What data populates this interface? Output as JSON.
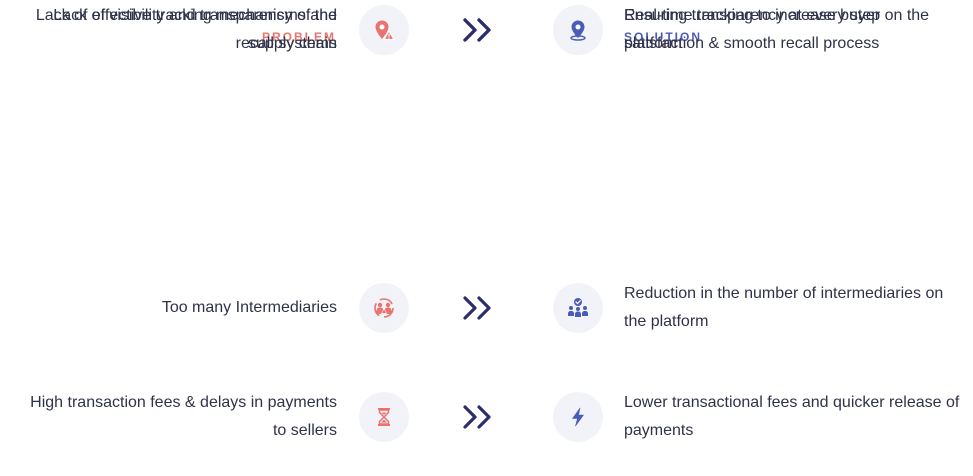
{
  "colors": {
    "problem": "#e8736f",
    "solution": "#4a5bb8",
    "arrow": "#2b2e6b",
    "icon_bg": "#f2f3f9",
    "text": "#2f3249"
  },
  "headings": {
    "problem": "PROBLEM",
    "solution": "SOLUTION"
  },
  "rows": [
    {
      "problem": "Too many Intermediaries",
      "problem_icon": "people-group-icon",
      "solution": "Reduction in the number of intermediaries on the platform",
      "solution_icon": "verified-team-icon"
    },
    {
      "problem": "High transaction fees & delays in payments to sellers",
      "problem_icon": "hourglass-icon",
      "solution": "Lower transactional fees and quicker release of payments",
      "solution_icon": "lightning-bolt-icon"
    },
    {
      "problem": "Lack of visibility and transparency of the supply chain",
      "problem_icon": "document-warning-icon",
      "solution": "Ensuring transparency at every step on the platform",
      "solution_icon": "document-search-icon"
    },
    {
      "problem": "Lack of effective tracking mechanisms and recall systems",
      "problem_icon": "location-warning-icon",
      "solution": "Real-time tracking to increase buyer satisfaction & smooth recall process",
      "solution_icon": "location-pin-icon"
    }
  ]
}
